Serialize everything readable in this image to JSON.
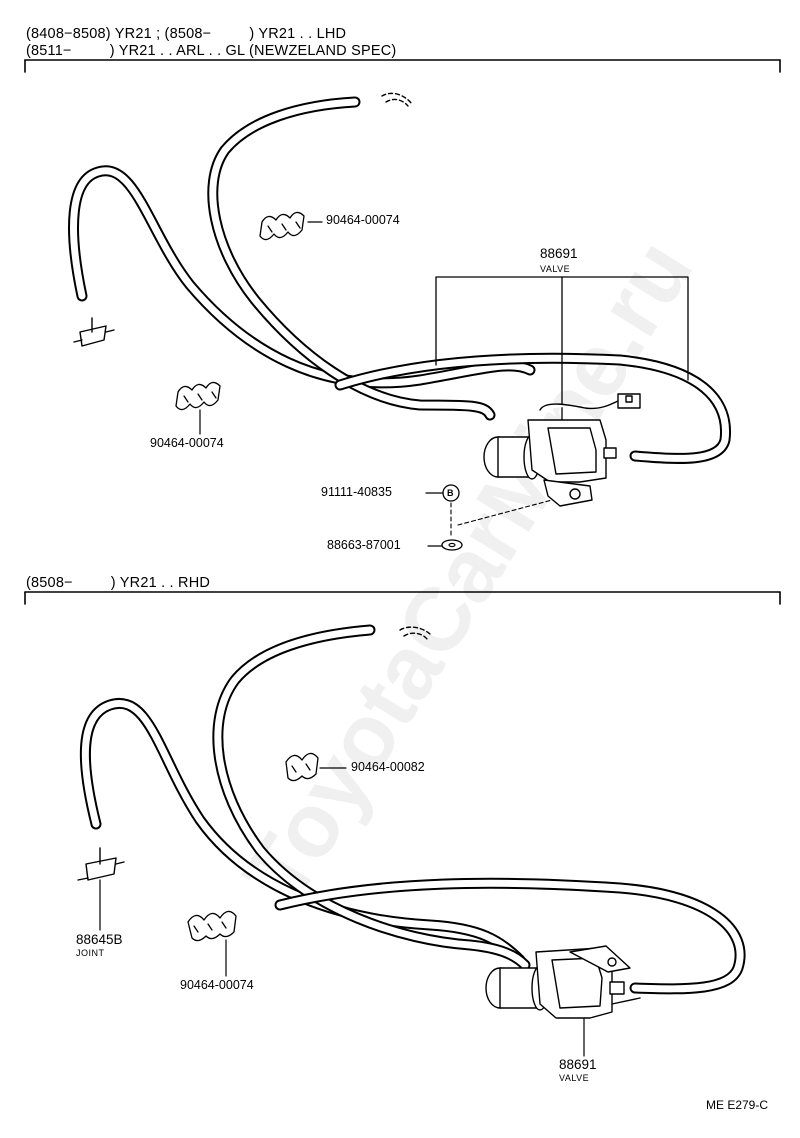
{
  "header": {
    "line1": "(8408−8508) YR21 ; (8508−         ) YR21 . . LHD",
    "line2": "(8511−         ) YR21 . . ARL . . GL (NEWZELAND SPEC)",
    "section2": "(8508−         ) YR21 . . RHD"
  },
  "upper": {
    "clamp_right": "90464-00074",
    "clamp_left": "90464-00074",
    "valve_number": "88691",
    "valve_name": "VALVE",
    "bolt": "91111-40835",
    "bolt_marker": "B",
    "washer": "88663-87001"
  },
  "lower": {
    "clamp_top": "90464-00082",
    "joint_number": "88645B",
    "joint_name": "JOINT",
    "clamp_bottom": "90464-00074",
    "valve_number": "88691",
    "valve_name": "VALVE"
  },
  "footer": {
    "ref": "ME E279-C"
  },
  "watermark": "ToyotaCarMine.ru"
}
